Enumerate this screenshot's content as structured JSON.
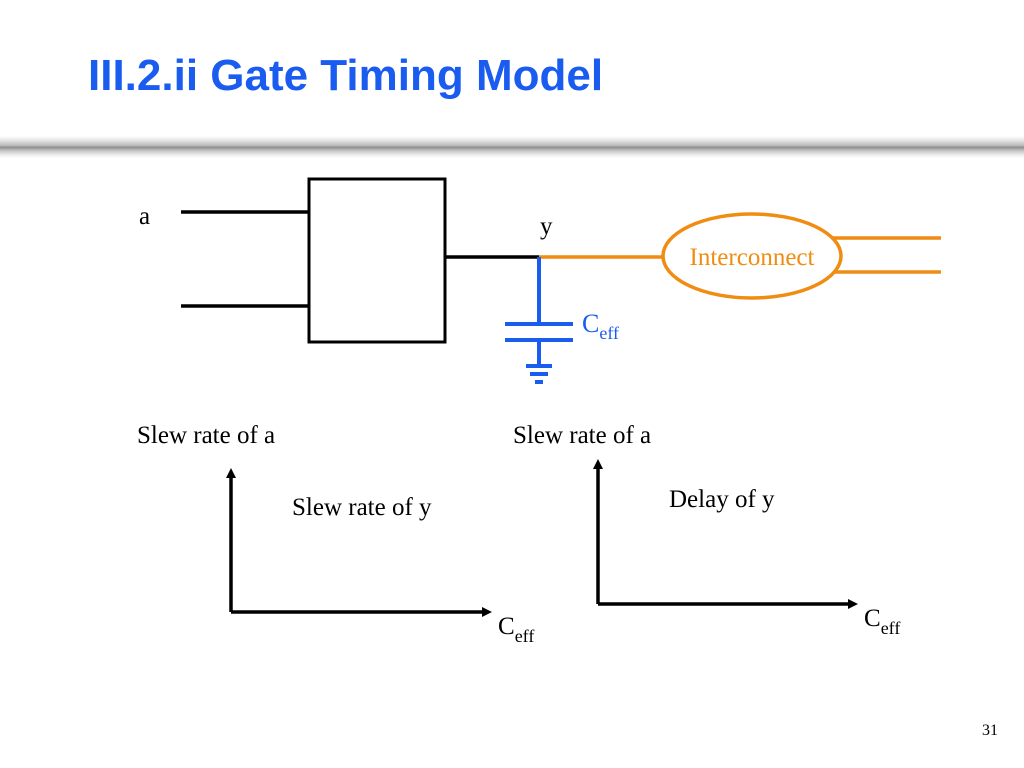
{
  "title": "III.2.ii Gate Timing Model",
  "circuit": {
    "input_label": "a",
    "output_label": "y",
    "interconnect_label": "Interconnect",
    "cap_label": {
      "main": "C",
      "sub": "eff"
    }
  },
  "plot_left": {
    "top_label": "Slew rate of a",
    "curve_label": "Slew rate of y",
    "x_axis_label": {
      "main": "C",
      "sub": "eff"
    }
  },
  "plot_right": {
    "top_label": "Slew rate of a",
    "curve_label": "Delay of y",
    "x_axis_label": {
      "main": "C",
      "sub": "eff"
    }
  },
  "page_number": "31",
  "colors": {
    "title": "#1a5cf0",
    "capacitor": "#1a5cf0",
    "interconnect": "#f08c12",
    "wire": "#000000"
  }
}
